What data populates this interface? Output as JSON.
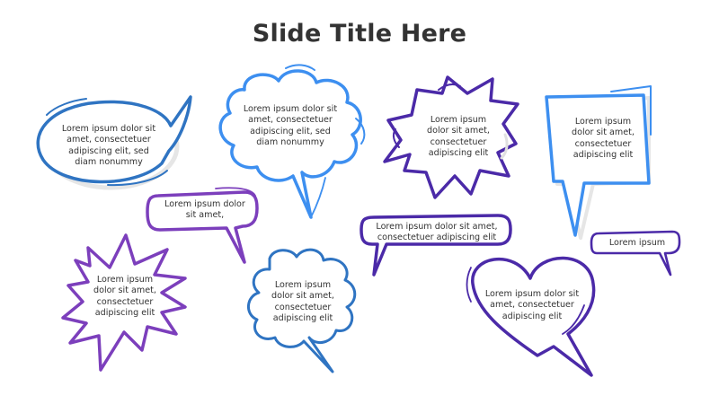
{
  "slide": {
    "title": "Slide Title Here"
  },
  "colors": {
    "dark_blue": "#2f74c2",
    "bright_blue": "#3d8ff0",
    "purple": "#7c3fbc",
    "indigo": "#4b2aa8",
    "shadow": "#e6e6e6",
    "text": "#333333"
  },
  "bubbles": [
    {
      "id": "oval-bubble",
      "shape": "oval",
      "color": "dark_blue",
      "text": "Lorem ipsum dolor sit amet, consectetuer adipiscing elit, sed diam nonummy"
    },
    {
      "id": "cloud-bubble-large",
      "shape": "cloud",
      "color": "bright_blue",
      "text": "Lorem ipsum dolor sit amet, consectetuer adipiscing elit, sed diam nonummy"
    },
    {
      "id": "explosion-bubble",
      "shape": "explosion",
      "color": "indigo",
      "text": "Lorem ipsum dolor sit amet, consectetuer adipiscing elit"
    },
    {
      "id": "square-bubble",
      "shape": "square",
      "color": "bright_blue",
      "text": "Lorem ipsum dolor sit amet, consectetuer adipiscing elit"
    },
    {
      "id": "rounded-bubble-small",
      "shape": "rounded-rectangle",
      "color": "purple",
      "text": "Lorem ipsum dolor sit amet,"
    },
    {
      "id": "starburst-bubble",
      "shape": "starburst",
      "color": "purple",
      "text": "Lorem ipsum dolor sit amet, consectetuer adipiscing elit"
    },
    {
      "id": "cloud-bubble-small",
      "shape": "cloud",
      "color": "dark_blue",
      "text": "Lorem ipsum dolor sit amet, consectetuer adipiscing elit"
    },
    {
      "id": "rounded-bubble-wide",
      "shape": "rounded-rectangle",
      "color": "indigo",
      "text": "Lorem ipsum dolor sit amet, consectetuer adipiscing elit"
    },
    {
      "id": "heart-bubble",
      "shape": "heart",
      "color": "indigo",
      "text": "Lorem ipsum dolor sit amet, consectetuer adipiscing elit"
    },
    {
      "id": "rounded-bubble-tiny",
      "shape": "rounded-rectangle",
      "color": "indigo",
      "text": "Lorem ipsum"
    }
  ]
}
